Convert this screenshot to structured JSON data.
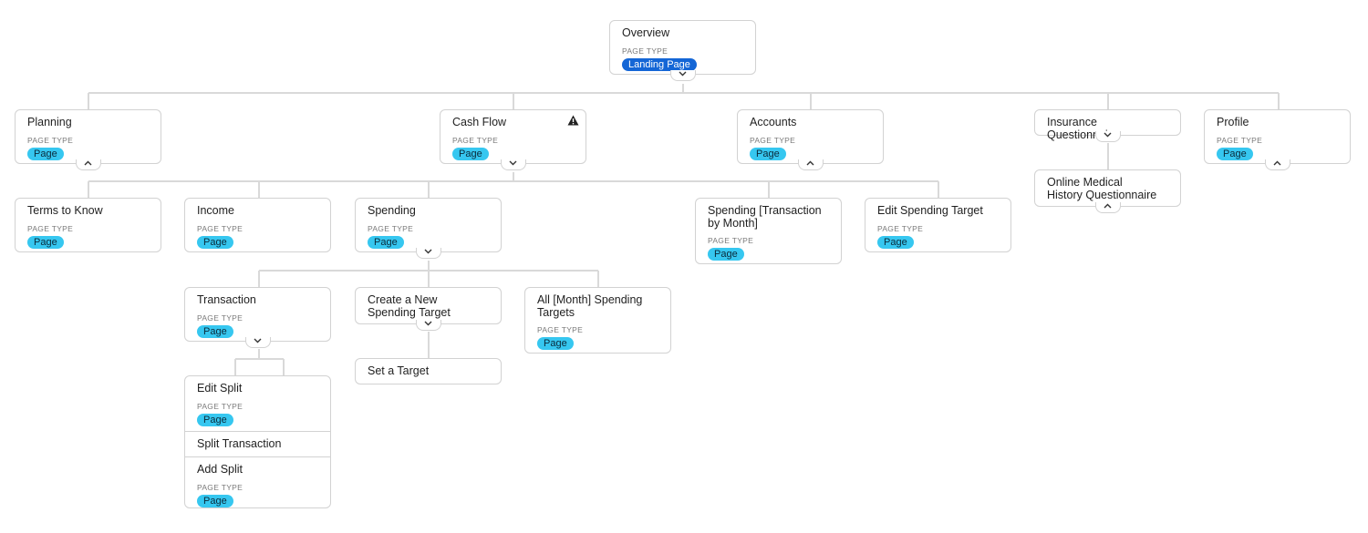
{
  "nodes": {
    "overview": {
      "title": "Overview",
      "page_type_label": "PAGE TYPE",
      "page_type": "Landing Page"
    },
    "planning": {
      "title": "Planning",
      "page_type_label": "PAGE TYPE",
      "page_type": "Page"
    },
    "cash_flow": {
      "title": "Cash Flow",
      "page_type_label": "PAGE TYPE",
      "page_type": "Page"
    },
    "accounts": {
      "title": "Accounts",
      "page_type_label": "PAGE TYPE",
      "page_type": "Page"
    },
    "insurance": {
      "title": "Insurance Questionnaire"
    },
    "profile": {
      "title": "Profile",
      "page_type_label": "PAGE TYPE",
      "page_type": "Page"
    },
    "terms": {
      "title": "Terms to Know",
      "page_type_label": "PAGE TYPE",
      "page_type": "Page"
    },
    "income": {
      "title": "Income",
      "page_type_label": "PAGE TYPE",
      "page_type": "Page"
    },
    "spending": {
      "title": "Spending",
      "page_type_label": "PAGE TYPE",
      "page_type": "Page"
    },
    "spending_tx_month": {
      "title": "Spending [Transaction by Month]",
      "page_type_label": "PAGE TYPE",
      "page_type": "Page"
    },
    "edit_spending_target": {
      "title": "Edit Spending Target",
      "page_type_label": "PAGE TYPE",
      "page_type": "Page"
    },
    "online_medical": {
      "title": "Online Medical History Questionnaire"
    },
    "transaction": {
      "title": "Transaction",
      "page_type_label": "PAGE TYPE",
      "page_type": "Page"
    },
    "create_target": {
      "title": "Create a New Spending Target"
    },
    "all_month_targets": {
      "title": "All [Month] Spending Targets",
      "page_type_label": "PAGE TYPE",
      "page_type": "Page"
    },
    "set_target": {
      "title": "Set a Target"
    },
    "edit_split": {
      "title": "Edit Split",
      "page_type_label": "PAGE TYPE",
      "page_type": "Page"
    },
    "split_transaction": {
      "title": "Split Transaction"
    },
    "add_split": {
      "title": "Add Split",
      "page_type_label": "PAGE TYPE",
      "page_type": "Page"
    }
  },
  "icons": {
    "warning": "warning-icon",
    "expand": "chevron-down-icon",
    "collapse": "chevron-up-icon"
  },
  "colors": {
    "landing_badge": "#1466d6",
    "page_badge": "#36c7f0",
    "connector": "#d2d2d2"
  }
}
